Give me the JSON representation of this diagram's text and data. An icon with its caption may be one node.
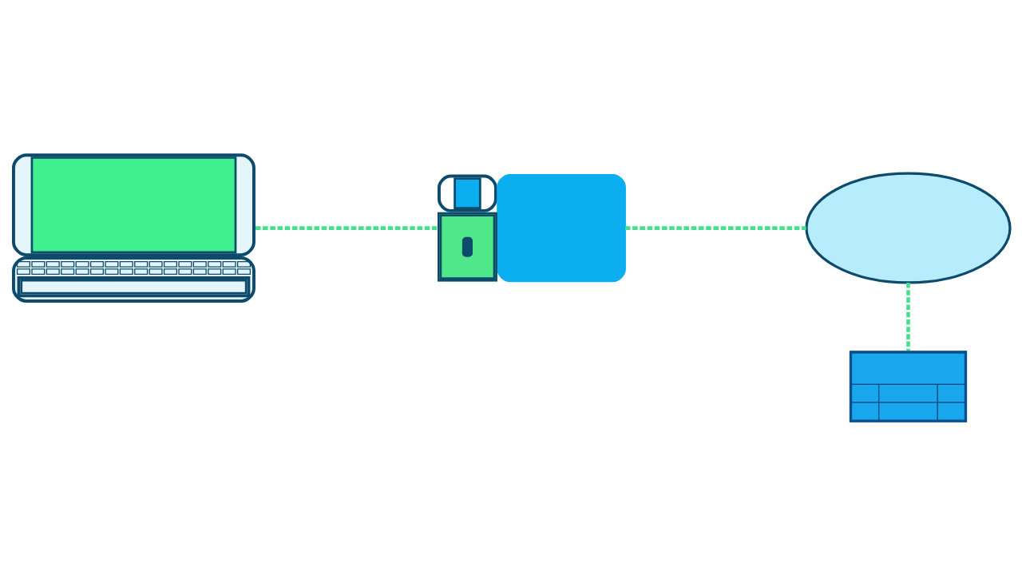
{
  "diagram": {
    "nodes": [
      {
        "text": [],
        "shape": "picture"
      },
      {
        "text": [],
        "shape": "picture"
      },
      {
        "text": [],
        "shape": "cloud"
      },
      {
        "text": [],
        "shape": "picture"
      }
    ],
    "edges": [
      {
        "from": 0,
        "to": 1,
        "arrow": "none",
        "style": "dashed"
      },
      {
        "from": 1,
        "to": 2,
        "arrow": "none",
        "style": "dashed"
      },
      {
        "from": 2,
        "to": 3,
        "arrow": "none",
        "style": "dashed"
      }
    ]
  }
}
